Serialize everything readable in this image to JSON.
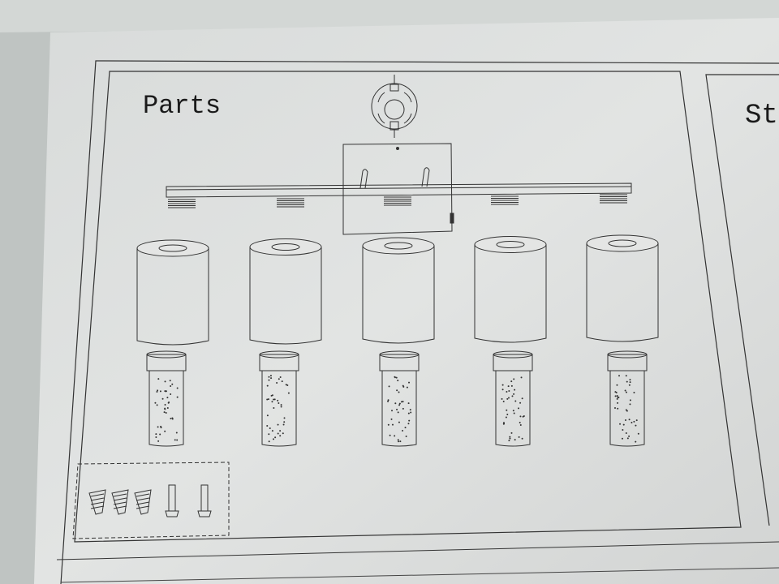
{
  "document": {
    "parts_heading": "Parts",
    "next_panel_heading_partial": "St"
  },
  "parts": {
    "lamp_count": 5,
    "wire_nut_count": 3,
    "screw_count": 2
  },
  "colors": {
    "paper": "#dcdedd",
    "ink": "#2a2a2a",
    "desk": "#bfc4c2"
  }
}
